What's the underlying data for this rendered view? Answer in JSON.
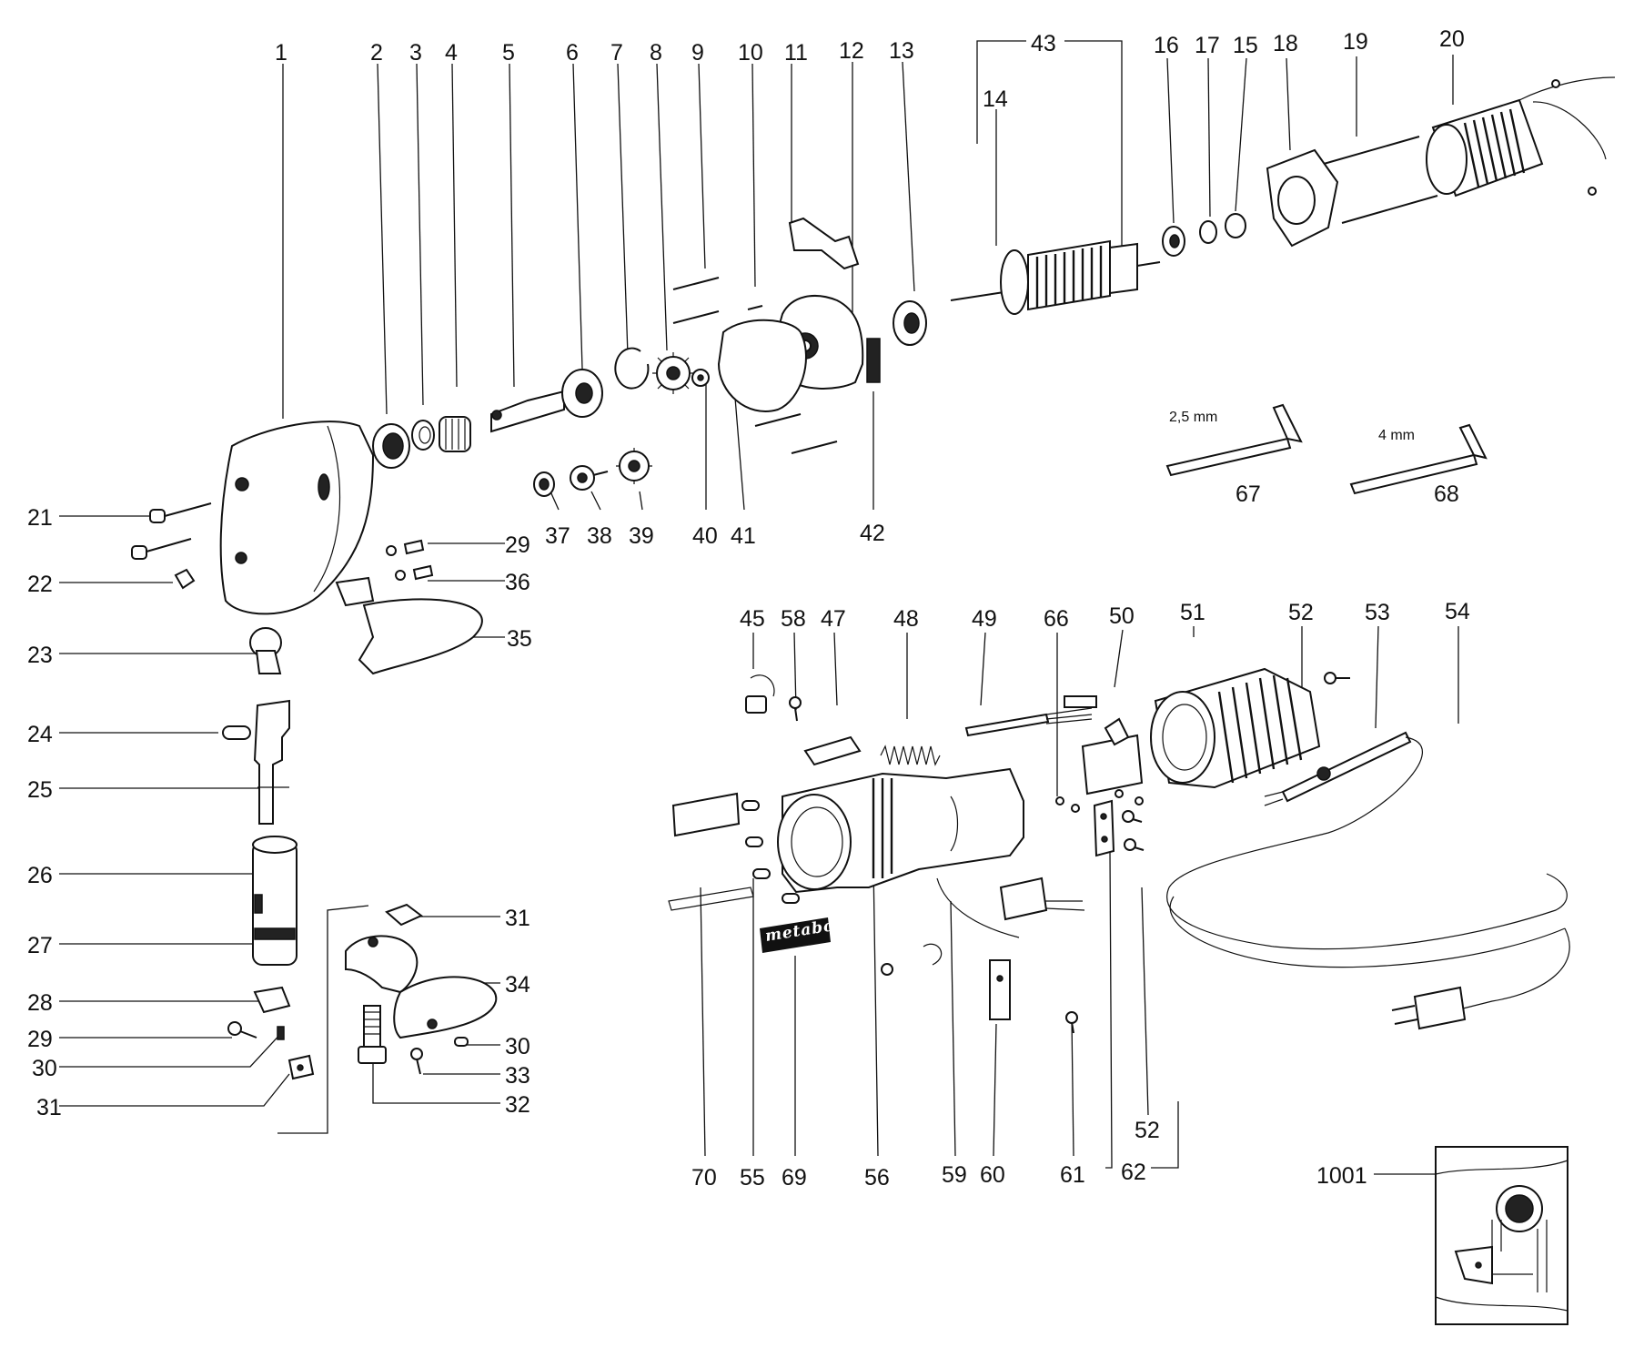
{
  "callouts": {
    "c1": "1",
    "c2": "2",
    "c3": "3",
    "c4": "4",
    "c5": "5",
    "c6": "6",
    "c7": "7",
    "c8": "8",
    "c9": "9",
    "c10": "10",
    "c11": "11",
    "c12": "12",
    "c13": "13",
    "c14": "14",
    "c15": "15",
    "c16": "16",
    "c17": "17",
    "c18": "18",
    "c19": "19",
    "c20": "20",
    "c21": "21",
    "c22": "22",
    "c23": "23",
    "c24": "24",
    "c25": "25",
    "c26": "26",
    "c27": "27",
    "c28": "28",
    "c29a": "29",
    "c29b": "29",
    "c30a": "30",
    "c30b": "30",
    "c31a": "31",
    "c31b": "31",
    "c32": "32",
    "c33": "33",
    "c34": "34",
    "c35": "35",
    "c36": "36",
    "c37": "37",
    "c38": "38",
    "c39": "39",
    "c40": "40",
    "c41": "41",
    "c42": "42",
    "c43": "43",
    "c45": "45",
    "c47": "47",
    "c48": "48",
    "c49": "49",
    "c50": "50",
    "c51": "51",
    "c52a": "52",
    "c52b": "52",
    "c53": "53",
    "c54": "54",
    "c55": "55",
    "c56": "56",
    "c58": "58",
    "c59": "59",
    "c60": "60",
    "c61": "61",
    "c62": "62",
    "c66": "66",
    "c67": "67",
    "c68": "68",
    "c69": "69",
    "c70": "70",
    "c1001": "1001"
  },
  "wrench_sizes": {
    "small": "2,5 mm",
    "large": "4 mm"
  },
  "nameplate": {
    "brand": "metabo"
  },
  "icons": {
    "plug": "power-plug-icon",
    "wiring": "wiring-detail-icon"
  }
}
